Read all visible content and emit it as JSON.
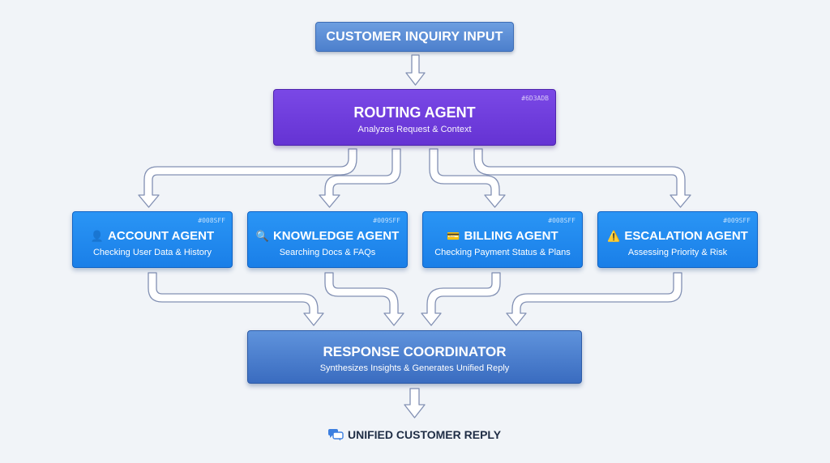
{
  "input": {
    "label": "CUSTOMER INQUIRY INPUT"
  },
  "routing": {
    "title": "ROUTING AGENT",
    "subtitle": "Analyzes Request & Context",
    "tag": "#6D3ADB"
  },
  "agents": [
    {
      "icon": "👤",
      "icon_name": "user-icon",
      "title": "ACCOUNT AGENT",
      "subtitle": "Checking User Data & History",
      "tag": "#008SFF"
    },
    {
      "icon": "🔍",
      "icon_name": "magnifier-icon",
      "title": "KNOWLEDGE AGENT",
      "subtitle": "Searching Docs & FAQs",
      "tag": "#009SFF"
    },
    {
      "icon": "💳",
      "icon_name": "credit-card-icon",
      "title": "BILLING AGENT",
      "subtitle": "Checking Payment Status & Plans",
      "tag": "#008SFF"
    },
    {
      "icon": "⚠️",
      "icon_name": "warning-icon",
      "title": "ESCALATION AGENT",
      "subtitle": "Assessing Priority & Risk",
      "tag": "#009SFF"
    }
  ],
  "coordinator": {
    "title": "RESPONSE COORDINATOR",
    "subtitle": "Synthesizes Insights & Generates Unified Reply"
  },
  "output": {
    "label": "UNIFIED CUSTOMER REPLY",
    "icon": "chat-bubbles-icon"
  },
  "colors": {
    "routing": "#6D3ADB",
    "agent": "#1A85F0",
    "coordinator": "#3F72C4",
    "arrow_fill": "#ffffff",
    "arrow_stroke": "#8290b3"
  }
}
